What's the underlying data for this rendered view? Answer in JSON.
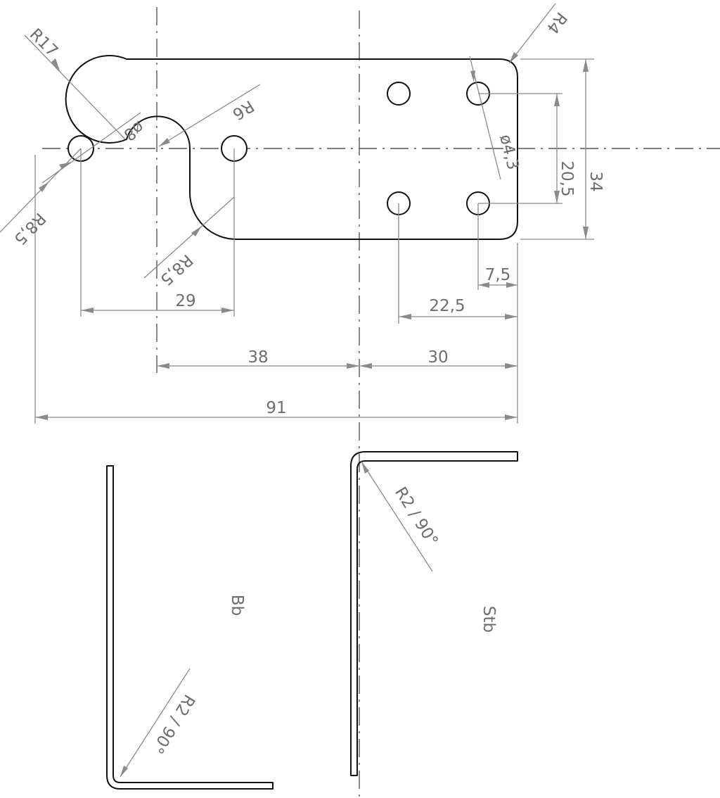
{
  "colors": {
    "outline": "#111111",
    "dimension": "#8a8a8a",
    "text": "#6e6e6e"
  },
  "dimensions": {
    "overall_width": "91",
    "height": "34",
    "hole_pitch_vertical": "20,5",
    "hole_offset_edge": "7,5",
    "hole_offset_inner": "22,5",
    "pin_spacing": "29",
    "left_section": "38",
    "right_section": "30"
  },
  "radii": {
    "r17": "R17",
    "r4": "R4",
    "r6": "R6",
    "r8_5_left": "R8,5",
    "r8_5_inner": "R8,5",
    "slot_diameter": "ø8",
    "hole_diameter": "ø4,3"
  },
  "views": {
    "left_label": "Bb",
    "right_label": "Stb",
    "left_bend": "R2 / 90°",
    "right_bend": "R2 / 90°"
  }
}
